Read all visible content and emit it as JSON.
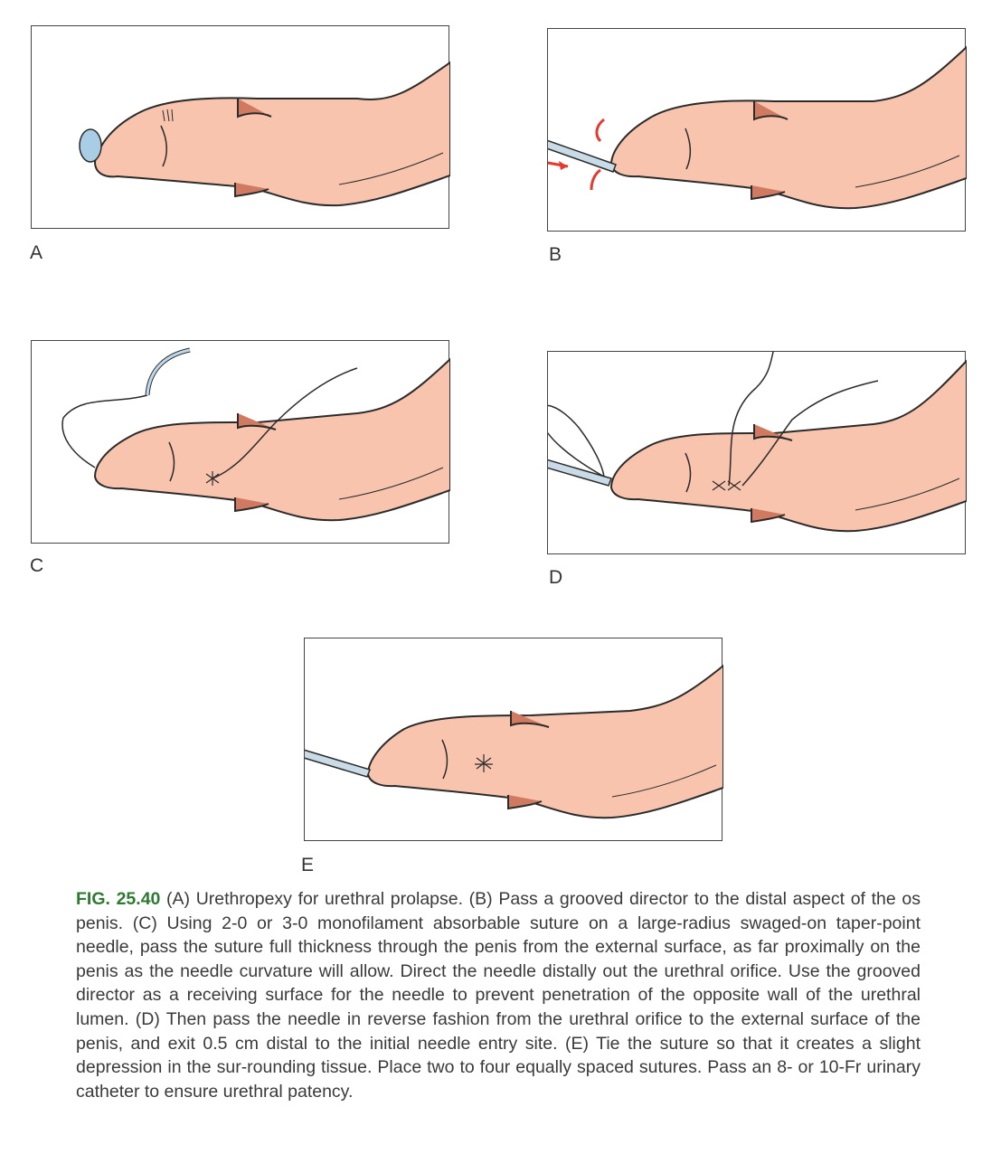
{
  "panels": {
    "a": {
      "label": "A"
    },
    "b": {
      "label": "B"
    },
    "c": {
      "label": "C"
    },
    "d": {
      "label": "D"
    },
    "e": {
      "label": "E"
    }
  },
  "caption": {
    "figure_number": "FIG. 25.40",
    "text": " (A) Urethropexy for urethral prolapse. (B) Pass a grooved director to the distal aspect of the os penis. (C) Using 2-0 or 3-0 monofilament absorbable suture on a large-radius swaged-on taper-point needle, pass the suture full thickness through the penis from the external surface, as far proximally on the penis as the needle curvature will allow. Direct the needle distally out the urethral orifice. Use the grooved director as a receiving surface for the needle to prevent penetration of the opposite wall of the urethral lumen. (D) Then pass the needle in reverse fashion from the urethral orifice to the external surface of the penis, and exit 0.5 cm distal to the initial needle entry site. (E) Tie the suture so that it creates a slight depression in the sur-rounding tissue. Place two to four equally spaced sutures. Pass an 8- or 10-Fr urinary catheter to ensure urethral patency."
  },
  "colors": {
    "skin": "#f8c4ad",
    "prepuce_fold": "#d07a62",
    "outline": "#2b2b2b",
    "director": "#c9dbe6",
    "needle": "#bcd8ea",
    "arrow": "#e23b2f",
    "prolapse": "#a9cde4"
  }
}
